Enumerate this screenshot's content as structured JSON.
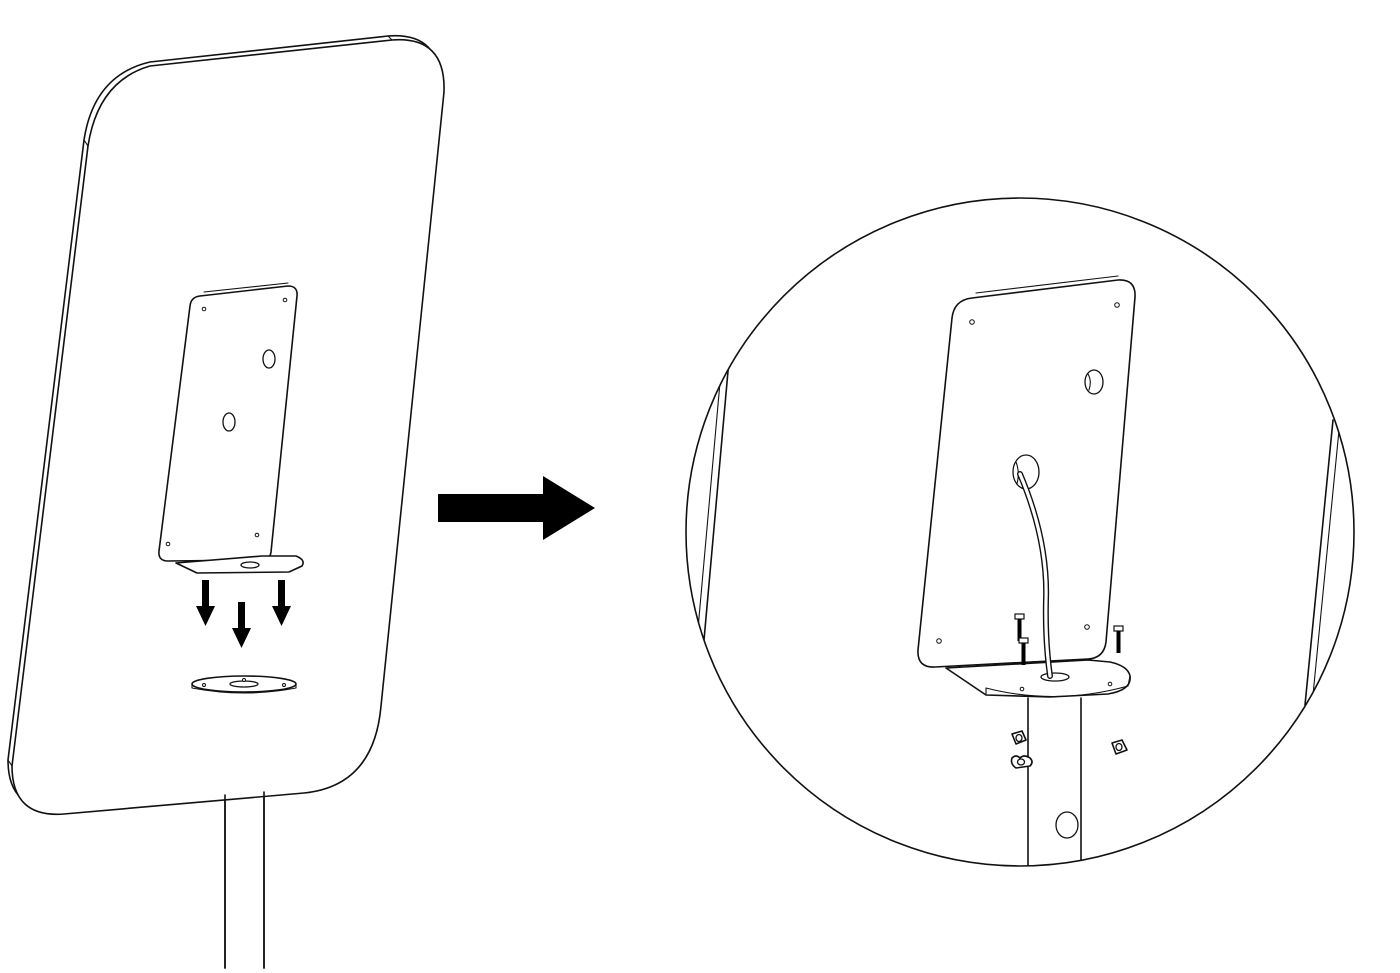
{
  "diagram": {
    "steps": [
      {
        "id": "step-attach",
        "parts": [
          "sign-panel",
          "mounting-bracket",
          "pole-flange",
          "pole"
        ]
      },
      {
        "id": "step-detail",
        "parts": [
          "mounting-bracket",
          "cable",
          "bolts",
          "wing-nuts",
          "pole"
        ]
      }
    ],
    "arrow_count": 4,
    "colors": {
      "line": "#111111",
      "background": "#ffffff",
      "arrow": "#000000"
    }
  }
}
